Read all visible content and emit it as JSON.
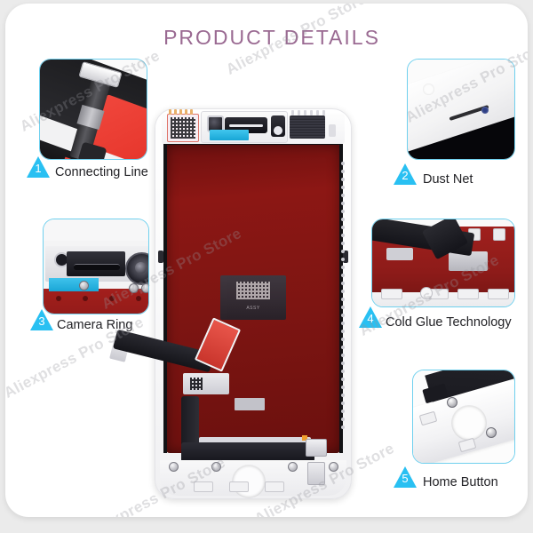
{
  "page": {
    "background_color": "#ebebeb",
    "card_background": "#ffffff",
    "watermark_text": "Aliexpress Pro Store"
  },
  "header": {
    "title": "PRODUCT DETAILS",
    "title_color": "#9a6a92"
  },
  "theme": {
    "accent_cyan": "#29c0f2",
    "box_border": "#6fd0ee",
    "label_color": "#222226",
    "lcd_red": "#8c1714"
  },
  "callouts": [
    {
      "number": "1",
      "label": "Connecting Line",
      "position": "top-left"
    },
    {
      "number": "2",
      "label": "Dust Net",
      "position": "top-right"
    },
    {
      "number": "3",
      "label": "Camera Ring",
      "position": "middle-left"
    },
    {
      "number": "4",
      "label": "Cold Glue Technology",
      "position": "middle-right"
    },
    {
      "number": "5",
      "label": "Home Button",
      "position": "bottom-right"
    }
  ],
  "main_product": {
    "name": "iPhone LCD screen assembly (rear view)",
    "chip_marking": "ASSY",
    "frame_color": "#ffffff"
  },
  "watermarks": [
    {
      "text": "Aliexpress Pro Store"
    },
    {
      "text": "Aliexpress Pro Store"
    },
    {
      "text": "Aliexpress Pro Store"
    },
    {
      "text": "Aliexpress Pro Store"
    },
    {
      "text": "Aliexpress Pro Store"
    },
    {
      "text": "Aliexpress Pro Store"
    },
    {
      "text": "Aliexpress Pro Store"
    },
    {
      "text": "Aliexpress Pro Store"
    }
  ]
}
